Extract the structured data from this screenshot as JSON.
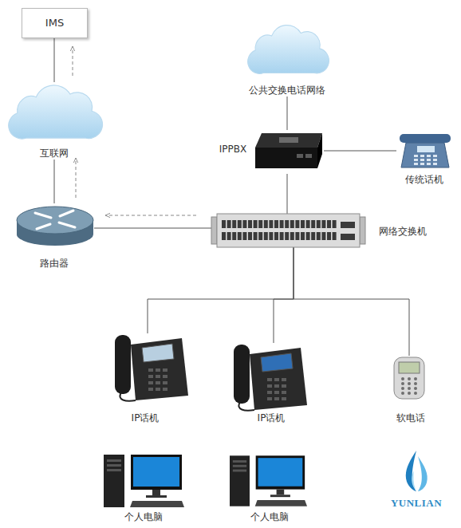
{
  "diagram": {
    "nodes": [
      {
        "text": [
          "IMS"
        ]
      },
      {
        "text": [
          "互联网"
        ]
      },
      {
        "text": [
          "路由器"
        ]
      },
      {
        "text": [
          "公共交换电话网络"
        ]
      },
      {
        "text": [
          "IPPBX"
        ]
      },
      {
        "text": [
          "传统话机"
        ]
      },
      {
        "text": [
          "网络交换机"
        ]
      },
      {
        "text": [
          "IP话机"
        ]
      },
      {
        "text": [
          "IP话机"
        ]
      },
      {
        "text": [
          "软电话"
        ]
      },
      {
        "text": [
          "个人电脑"
        ]
      },
      {
        "text": [
          "个人电脑"
        ]
      }
    ],
    "edges": [
      {
        "from": 0,
        "to": 1,
        "arrow": "none"
      },
      {
        "from": 1,
        "to": 2,
        "arrow": "none"
      },
      {
        "from": 2,
        "to": 6,
        "arrow": "none"
      },
      {
        "from": 3,
        "to": 4,
        "arrow": "none"
      },
      {
        "from": 4,
        "to": 5,
        "arrow": "none"
      },
      {
        "from": 4,
        "to": 6,
        "arrow": "none"
      },
      {
        "from": 6,
        "to": 7,
        "arrow": "none"
      },
      {
        "from": 6,
        "to": 8,
        "arrow": "none"
      },
      {
        "from": 6,
        "to": 9,
        "arrow": "none"
      }
    ],
    "labels": [
      "YUNLIAN"
    ]
  }
}
